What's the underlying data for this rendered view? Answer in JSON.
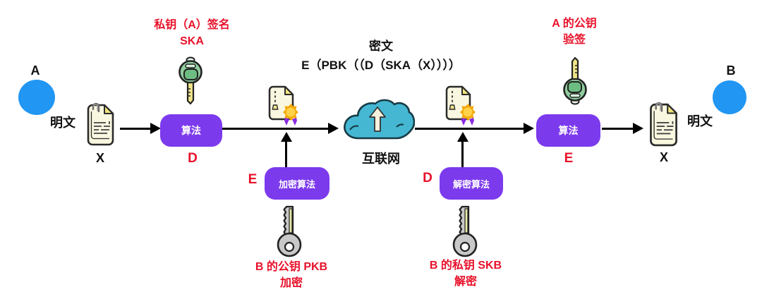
{
  "colors": {
    "box_purple": "#7c3aed",
    "label_red": "#e8112a",
    "avatar_blue": "#2196f3",
    "cloud_teal": "#45b7d2",
    "seal_gold": "#f5a800",
    "ribbon_purple": "#8b2be2",
    "key_green": "#90cd9e",
    "key_gray": "#c8c8c8",
    "key_shaft_yellow": "#efe48a"
  },
  "sender": {
    "name": "A",
    "plaintext": "明文",
    "message": "X"
  },
  "receiver": {
    "name": "B",
    "plaintext": "明文",
    "message": "X"
  },
  "sign_stage": {
    "caption_line1": "私钥（A）签名",
    "caption_line2": "SKA",
    "box": "算法",
    "mode": "D"
  },
  "encrypt_stage": {
    "mode": "E",
    "box": "加密算法",
    "key_caption_line1": "B 的公钥 PKB",
    "key_caption_line2": "加密"
  },
  "ciphertext": {
    "title": "密文",
    "formula": "E（PBK（（D（SKA（X））））"
  },
  "internet": {
    "label": "互联网"
  },
  "decrypt_stage": {
    "mode": "D",
    "box": "解密算法",
    "key_caption_line1": "B 的私钥 SKB",
    "key_caption_line2": "解密"
  },
  "verify_stage": {
    "caption_line1": "A 的公钥",
    "caption_line2": "验签",
    "box": "算法",
    "mode": "E"
  }
}
